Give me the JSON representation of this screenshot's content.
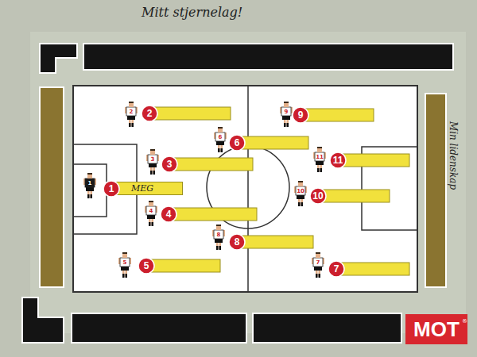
{
  "diagram": {
    "title": "Mitt stjernelag!",
    "nodes": [
      {
        "text": [
          "2"
        ]
      },
      {
        "text": [
          "9"
        ]
      },
      {
        "text": [
          "6"
        ]
      },
      {
        "text": [
          "11"
        ]
      },
      {
        "text": [
          "3"
        ]
      },
      {
        "text": [
          "1"
        ]
      },
      {
        "text": [
          "MEG"
        ]
      },
      {
        "text": [
          "10"
        ]
      },
      {
        "text": [
          "4"
        ]
      },
      {
        "text": [
          "8"
        ]
      },
      {
        "text": [
          "5"
        ]
      },
      {
        "text": [
          "7"
        ]
      },
      {
        "text": [
          "MOT"
        ]
      }
    ],
    "labels": [
      "2",
      "9",
      "6",
      "11",
      "3",
      "1",
      "10",
      "4",
      "8",
      "5",
      "7",
      "Min lidenskap",
      "®"
    ]
  }
}
